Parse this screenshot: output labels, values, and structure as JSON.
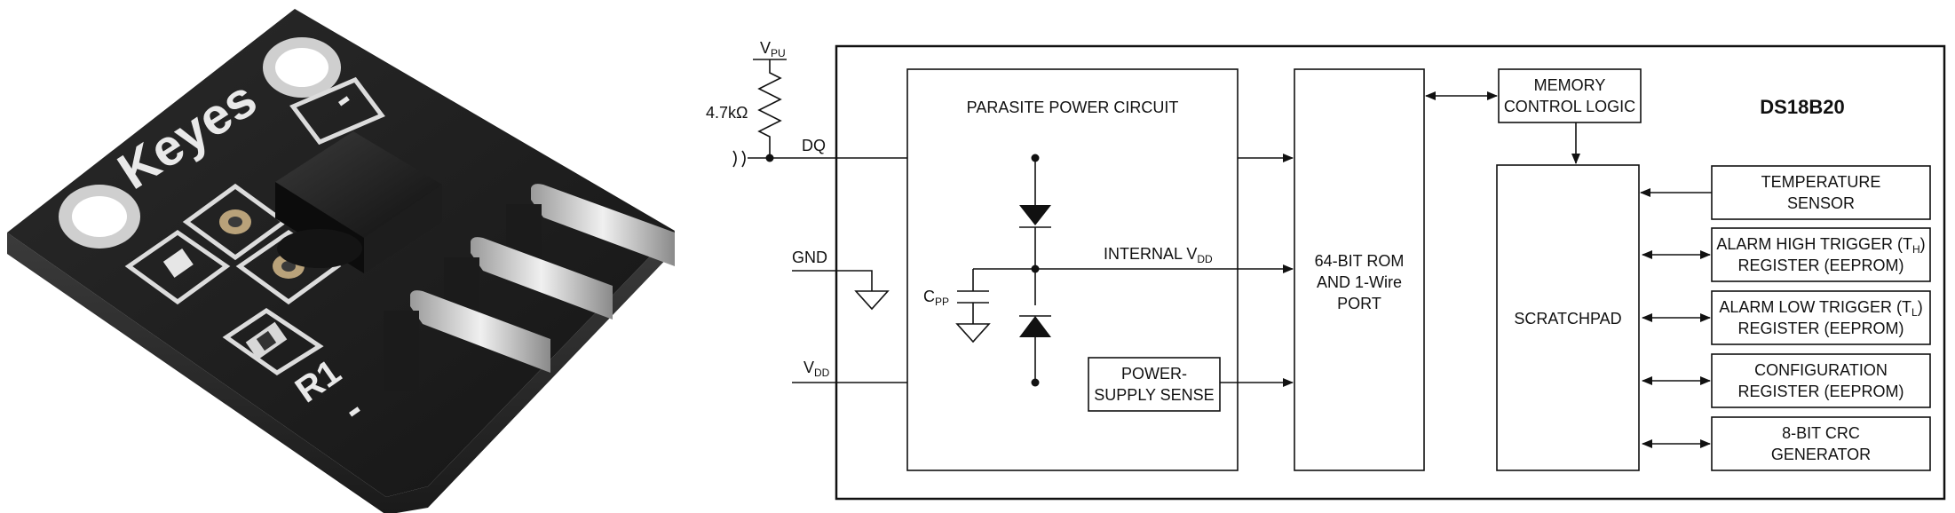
{
  "photo": {
    "board_brand": "Keyes",
    "resistor_label": "R1",
    "pin_marks": [
      "-",
      "-"
    ]
  },
  "diagram": {
    "chip_name": "DS18B20",
    "pullup_label": "V",
    "pullup_sub": "PU",
    "resistor_value": "4.7kΩ",
    "pins": {
      "dq": "DQ",
      "gnd": "GND",
      "vdd_main": "V",
      "vdd_sub": "DD"
    },
    "parasite": {
      "title": "PARASITE POWER CIRCUIT",
      "internal_vdd_main": "INTERNAL V",
      "internal_vdd_sub": "DD",
      "cpp_main": "C",
      "cpp_sub": "PP",
      "power_sense_line1": "POWER-",
      "power_sense_line2": "SUPPLY SENSE"
    },
    "rom": {
      "line1": "64-BIT ROM",
      "line2": "AND 1-Wire",
      "line3": "PORT"
    },
    "memory_control": {
      "line1": "MEMORY",
      "line2": "CONTROL LOGIC"
    },
    "scratchpad": "SCRATCHPAD",
    "registers": [
      {
        "line1": "TEMPERATURE",
        "line2": "SENSOR"
      },
      {
        "line1_main": "ALARM HIGH TRIGGER (T",
        "line1_sub": "H",
        "line1_end": ")",
        "line2": "REGISTER (EEPROM)"
      },
      {
        "line1_main": "ALARM LOW TRIGGER (T",
        "line1_sub": "L",
        "line1_end": ")",
        "line2": "REGISTER (EEPROM)"
      },
      {
        "line1": "CONFIGURATION",
        "line2": "REGISTER (EEPROM)"
      },
      {
        "line1": "8-BIT CRC",
        "line2": "GENERATOR"
      }
    ]
  }
}
